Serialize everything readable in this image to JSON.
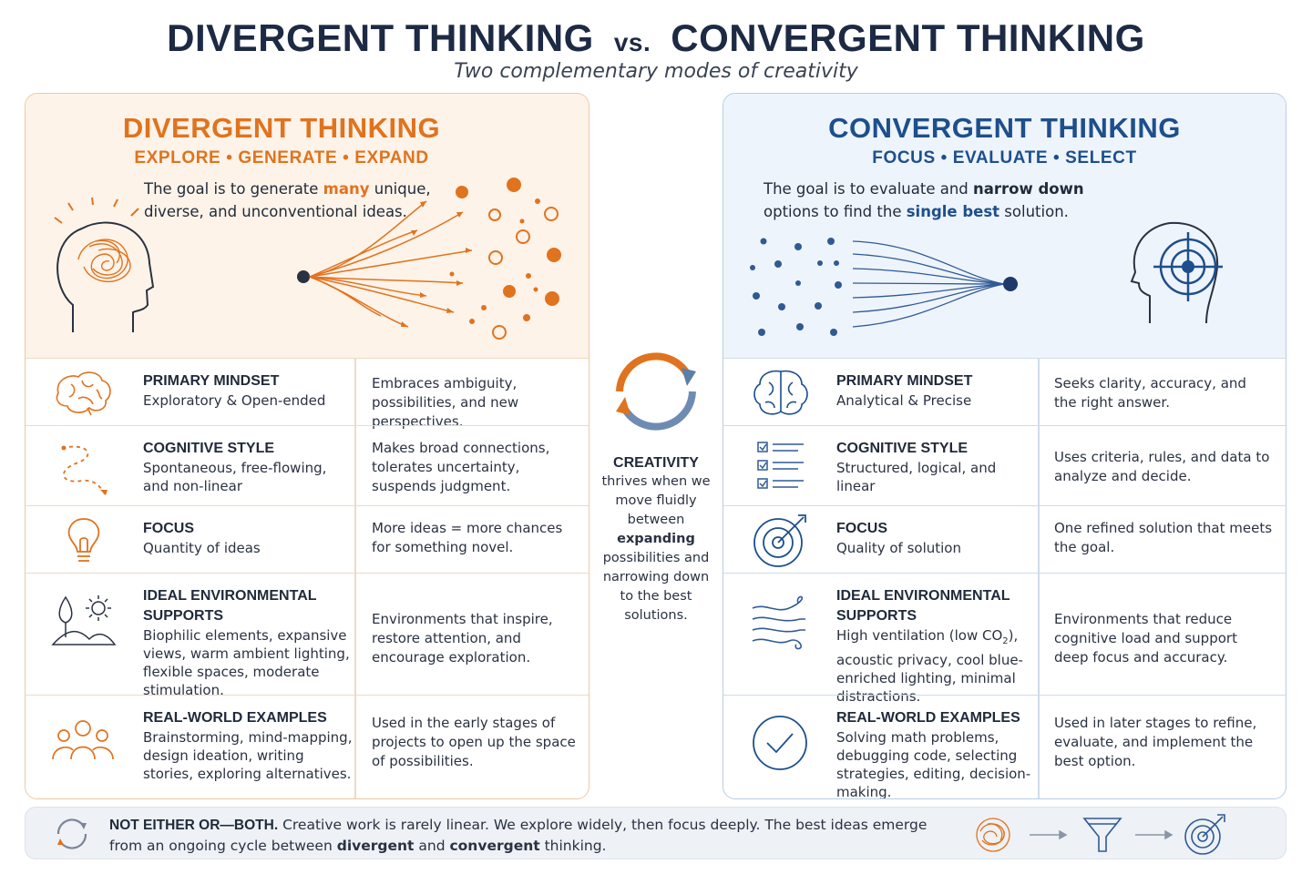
{
  "header": {
    "title_left": "DIVERGENT THINKING",
    "vs": "vs.",
    "title_right": "CONVERGENT THINKING",
    "subtitle": "Two complementary modes of creativity"
  },
  "colors": {
    "divergent": "#e0731f",
    "convergent": "#1d4f8c"
  },
  "divergent": {
    "title": "DIVERGENT THINKING",
    "tagline": "EXPLORE  •  GENERATE  •  EXPAND",
    "goal_pre": "The goal is to generate ",
    "goal_hl": "many",
    "goal_post": " unique, diverse, and unconventional ideas.",
    "rows": [
      {
        "icon": "brain-icon",
        "label": "PRIMARY MINDSET",
        "desc": "Exploratory & Open-ended",
        "detail": "Embraces ambiguity, possibilities, and new perspectives."
      },
      {
        "icon": "squiggle-path-icon",
        "label": "COGNITIVE STYLE",
        "desc": "Spontaneous, free-flowing, and non-linear",
        "detail": "Makes broad connections, tolerates uncertainty, suspends judgment."
      },
      {
        "icon": "lightbulb-icon",
        "label": "FOCUS",
        "desc": "Quantity of ideas",
        "detail": "More ideas = more chances for something novel."
      },
      {
        "icon": "nature-landscape-icon",
        "label": "IDEAL ENVIRONMENTAL SUPPORTS",
        "desc": "Biophilic elements, expansive views, warm ambient lighting, flexible spaces, moderate stimulation.",
        "detail": "Environments that inspire, restore attention, and encourage exploration."
      },
      {
        "icon": "people-group-icon",
        "label": "REAL-WORLD EXAMPLES",
        "desc": "Brainstorming, mind-mapping, design ideation, writing stories, exploring alternatives.",
        "detail": "Used in the early stages of projects to open up the space of possibilities."
      }
    ]
  },
  "convergent": {
    "title": "CONVERGENT THINKING",
    "tagline": "FOCUS  •  EVALUATE  •  SELECT",
    "goal_pre": "The goal is to evaluate and ",
    "goal_bold": "narrow down",
    "goal_mid": " options to find the ",
    "goal_hl": "single best",
    "goal_post": " solution.",
    "rows": [
      {
        "icon": "brain-icon",
        "label": "PRIMARY MINDSET",
        "desc": "Analytical & Precise",
        "detail": "Seeks clarity, accuracy, and the right answer."
      },
      {
        "icon": "checklist-icon",
        "label": "COGNITIVE STYLE",
        "desc": "Structured, logical, and linear",
        "detail": "Uses criteria, rules, and data to analyze and decide."
      },
      {
        "icon": "target-arrow-icon",
        "label": "FOCUS",
        "desc": "Quality of solution",
        "detail": "One refined solution that meets the goal."
      },
      {
        "icon": "airflow-icon",
        "label": "IDEAL ENVIRONMENTAL SUPPORTS",
        "desc_pre": "High ventilation (low CO",
        "desc_sub": "2",
        "desc_post": "), acoustic privacy, cool blue-enriched lighting, minimal distractions.",
        "detail": "Environments that reduce cognitive load and support deep focus and accuracy."
      },
      {
        "icon": "checkmark-circle-icon",
        "label": "REAL-WORLD EXAMPLES",
        "desc": "Solving math problems, debugging code, selecting strategies, editing, decision-making.",
        "detail": "Used in later stages to refine, evaluate, and implement the best option."
      }
    ]
  },
  "center": {
    "icon": "cycle-arrows-icon",
    "title": "CREATIVITY",
    "t1": "thrives when we move fluidly between ",
    "bold1": "expanding",
    "t2": " possibilities and narrowing down to the best solutions."
  },
  "footer": {
    "icon": "cycle-arrows-icon",
    "lead": "NOT EITHER OR—BOTH.",
    "t1": " Creative work is rarely linear. We explore widely, then focus deeply. The best ideas emerge from an ongoing cycle between ",
    "b1": "divergent",
    "t2": " and ",
    "b2": "convergent",
    "t3": " thinking.",
    "flow_icons": [
      "tangle-icon",
      "funnel-icon",
      "target-arrow-icon"
    ]
  }
}
